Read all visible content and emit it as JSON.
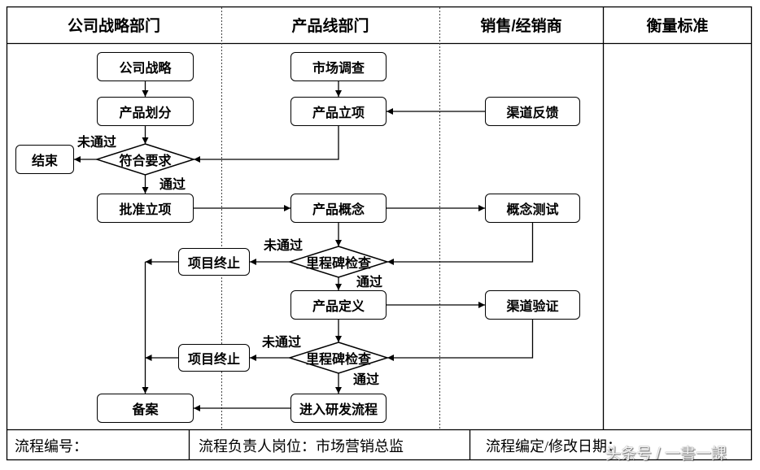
{
  "lanes": [
    {
      "title": "公司战略部门"
    },
    {
      "title": "产品线部门"
    },
    {
      "title": "销售/经销商"
    },
    {
      "title": "衡量标准"
    }
  ],
  "nodes": {
    "company_strategy": "公司战略",
    "product_division": "产品划分",
    "meets_requirements": "符合要求",
    "end": "结束",
    "approve_project": "批准立项",
    "filing": "备案",
    "market_research": "市场调查",
    "product_initiation": "产品立项",
    "product_concept": "产品概念",
    "milestone_review_1": "里程碑检查",
    "project_termination_1": "项目终止",
    "product_definition": "产品定义",
    "milestone_review_2": "里程碑检查",
    "project_termination_2": "项目终止",
    "enter_rd_process": "进入研发流程",
    "channel_feedback": "渠道反馈",
    "concept_test": "概念测试",
    "channel_validation": "渠道验证"
  },
  "edge_labels": {
    "requirements_failed": "未通过",
    "requirements_passed": "通过",
    "milestone_1_failed": "未通过",
    "milestone_1_passed": "通过",
    "milestone_2_failed": "未通过",
    "milestone_2_passed": "通过"
  },
  "footer": {
    "process_number_label": "流程编号：",
    "owner_label": "流程负责人岗位：",
    "owner_value": "市场营销总监",
    "revision_date_label": "流程编定/修改日期："
  },
  "watermark": "头条号 / 一書一課",
  "colors": {
    "line": "#000000",
    "lane_divider": "#444444",
    "background": "#ffffff"
  }
}
